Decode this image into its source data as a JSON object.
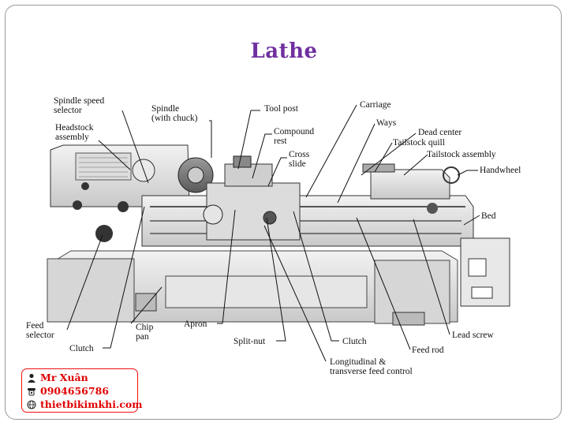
{
  "title": "Lathe",
  "labels": {
    "spindle_speed_selector": [
      "Spindle speed",
      "selector"
    ],
    "spindle": [
      "Spindle",
      "(with chuck)"
    ],
    "tool_post": "Tool post",
    "carriage": "Carriage",
    "headstock_assembly": [
      "Headstock",
      "assembly"
    ],
    "compound_rest": [
      "Compound",
      "rest"
    ],
    "ways": "Ways",
    "dead_center": "Dead center",
    "tailstock_quill": "Tailstock quill",
    "cross_slide": [
      "Cross",
      "slide"
    ],
    "tailstock_assembly": "Tailstock assembly",
    "handwheel": "Handwheel",
    "bed": "Bed",
    "feed_selector": [
      "Feed",
      "selector"
    ],
    "chip_pan": [
      "Chip",
      "pan"
    ],
    "apron": "Apron",
    "lead_screw": "Lead screw",
    "clutch_left": "Clutch",
    "split_nut": "Split-nut",
    "clutch_right": "Clutch",
    "feed_rod": "Feed rod",
    "longitudinal_feed_control": [
      "Longitudinal &",
      "transverse feed control"
    ]
  },
  "contact": {
    "name": "Mr Xuân",
    "phone": "0904656786",
    "website": "thietbikimkhi.com"
  },
  "colors": {
    "title": "#7030a0",
    "contact": "#e00000"
  },
  "icons": {
    "person": "person-icon",
    "phone": "phone-icon",
    "globe": "globe-icon"
  }
}
